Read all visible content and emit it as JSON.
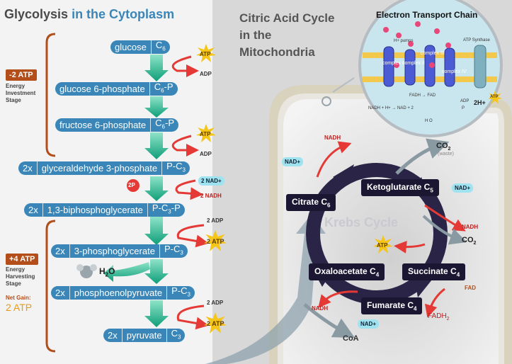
{
  "glycolysis": {
    "title_part1": "Glycolysis ",
    "title_part2": "in the Cytoplasm",
    "investment": {
      "badge": "-2 ATP",
      "label": "Energy Investment Stage"
    },
    "harvesting": {
      "badge": "+4 ATP",
      "label": "Energy Harvesting Stage",
      "net_label": "Net Gain:",
      "net_value": "2 ATP"
    },
    "molecules": [
      {
        "name": "glucose",
        "formula": "C",
        "sub": "6",
        "suffix": ""
      },
      {
        "name": "glucose 6-phosphate",
        "formula": "C",
        "sub": "6",
        "suffix": "-P"
      },
      {
        "name": "fructose 6-phosphate",
        "formula": "C",
        "sub": "6",
        "suffix": "-P"
      },
      {
        "mult": "2x",
        "name": "glyceraldehyde 3-phosphate",
        "formula": "P-C",
        "sub": "3",
        "suffix": ""
      },
      {
        "mult": "2x",
        "name": "1,3-biphosphoglycerate",
        "formula": "P-C",
        "sub": "3",
        "suffix": "-P"
      },
      {
        "mult": "2x",
        "name": "3-phosphoglycerate",
        "formula": "P-C",
        "sub": "3",
        "suffix": ""
      },
      {
        "mult": "2x",
        "name": "phosphoenolpyruvate",
        "formula": "P-C",
        "sub": "3",
        "suffix": ""
      },
      {
        "mult": "2x",
        "name": "pyruvate",
        "formula": "C",
        "sub": "3",
        "suffix": ""
      }
    ],
    "atp": "ATP",
    "adp": "ADP",
    "two_adp": "2 ADP",
    "two_atp": "2 ATP",
    "two_nad": "2 NAD+",
    "two_nadh": "2 NADH",
    "two_p": "2P",
    "water": "H",
    "water_sub": "2",
    "water_o": "O"
  },
  "citric": {
    "title_l1": "Citric Acid Cycle",
    "title_l2": "in the",
    "title_l3": "Mitochondria",
    "cycle_label": "Krebs Cycle",
    "nodes": [
      {
        "name": "Citrate C",
        "sub": "6"
      },
      {
        "name": "Ketoglutarate C",
        "sub": "5"
      },
      {
        "name": "Succinate C",
        "sub": "4"
      },
      {
        "name": "Fumarate C",
        "sub": "4"
      },
      {
        "name": "Oxaloacetate C",
        "sub": "4"
      }
    ],
    "nad": "NAD+",
    "nadh": "NADH",
    "co2": "CO",
    "co2_sub": "2",
    "waste": "(waste)",
    "atp": "ATP",
    "fad": "FAD",
    "fadh": "FADH",
    "fadh_sub": "2",
    "coa": "CoA"
  },
  "etc": {
    "title": "Electron Transport Chain",
    "complex_ii": "complex II",
    "complex_iii": "complex III",
    "complex_i": "complex I",
    "complex_iv": "complex IV",
    "atp_synthase": "ATP Synthase",
    "h_pumps": "H+ pumps",
    "fadh2": "FADH",
    "fad": "FAD",
    "nadh": "NADH + H+",
    "nad": "NAD + 2",
    "h2o": "H O",
    "adp": "ADP",
    "p": "P",
    "two_h": "2H+",
    "atp": "ATP"
  },
  "colors": {
    "pill": "#3a86b8",
    "arrow": "#1aa98a",
    "badge": "#b34e1a",
    "atp": "#f5c518",
    "cycle": "#2a2547",
    "red": "#e53935"
  }
}
